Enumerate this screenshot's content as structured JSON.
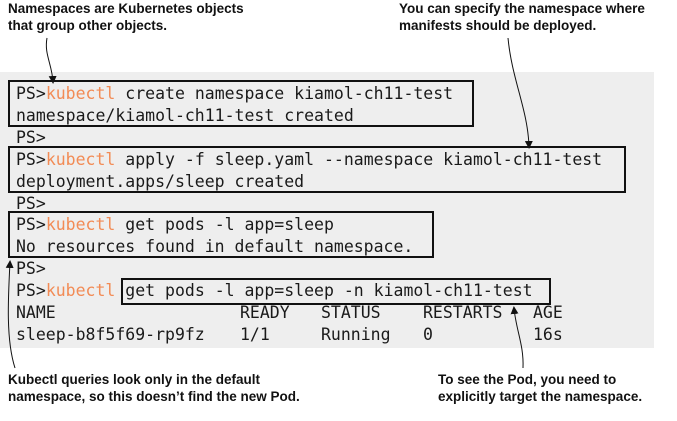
{
  "annotations": {
    "top_left": [
      "Namespaces are Kubernetes objects",
      "that group other objects."
    ],
    "top_right": [
      "You can specify the namespace where",
      "manifests should be deployed."
    ],
    "bottom_left": [
      "Kubectl queries look only in the default",
      "namespace, so this doesn’t find the new Pod."
    ],
    "bottom_right": [
      "To see the Pod, you need to",
      "explicitly target the namespace."
    ]
  },
  "terminal": {
    "prompt": "PS>",
    "command": "kubectl",
    "lines": [
      {
        "type": "cmd",
        "args": " create namespace kiamol-ch11-test"
      },
      {
        "type": "out",
        "text": "namespace/kiamol-ch11-test created"
      },
      {
        "type": "prompt"
      },
      {
        "type": "cmd",
        "args": " apply -f sleep.yaml --namespace kiamol-ch11-test"
      },
      {
        "type": "out",
        "text": "deployment.apps/sleep created"
      },
      {
        "type": "prompt"
      },
      {
        "type": "cmd",
        "args": " get pods -l app=sleep"
      },
      {
        "type": "out",
        "text": "No resources found in default namespace."
      },
      {
        "type": "prompt"
      },
      {
        "type": "cmd",
        "args": " get pods -l app=sleep -n kiamol-ch11-test"
      }
    ],
    "table": {
      "headers": [
        "NAME",
        "READY",
        "STATUS",
        "RESTARTS",
        "AGE"
      ],
      "rows": [
        [
          "sleep-b8f5f69-rp9fz",
          "1/1",
          "Running",
          "0",
          "16s"
        ]
      ]
    }
  },
  "colors": {
    "command": "#f28b55",
    "terminal_bg": "#eeeeee",
    "text": "#1a1a1a"
  }
}
